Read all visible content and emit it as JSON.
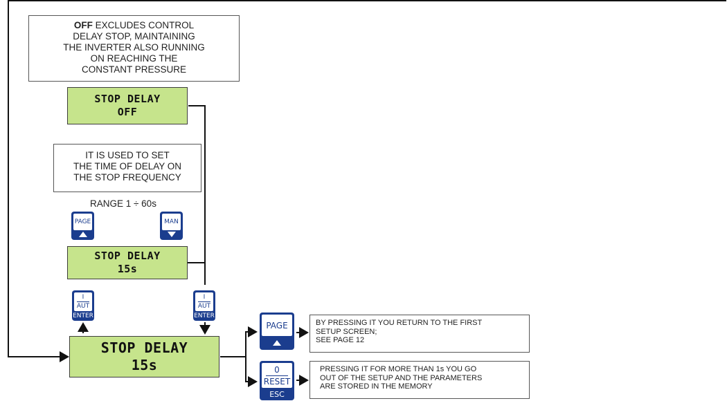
{
  "note_off": {
    "bold": "OFF",
    "text_line1": " EXCLUDES CONTROL",
    "lines": [
      "DELAY STOP, MAINTAINING",
      "THE INVERTER ALSO RUNNING",
      "ON REACHING THE",
      "CONSTANT PRESSURE"
    ]
  },
  "lcd_off": {
    "line1": "STOP DELAY",
    "line2": "OFF"
  },
  "note_used": {
    "lines": [
      "IT IS USED TO SET",
      "THE TIME OF DELAY ON",
      "THE STOP FREQUENCY"
    ]
  },
  "range_label": "RANGE 1 ÷ 60s",
  "lcd_edit": {
    "line1": "STOP DELAY",
    "line2": "15s"
  },
  "lcd_main": {
    "line1": "STOP DELAY",
    "line2": "15s"
  },
  "keys": {
    "page": "PAGE",
    "man": "MAN",
    "aut_top": "I",
    "aut_mid": "AUT",
    "aut_bottom": "ENTER",
    "esc_top": "0",
    "esc_mid": "RESET",
    "esc_bottom": "ESC"
  },
  "note_page": {
    "lines": [
      "BY PRESSING IT YOU RETURN TO THE FIRST",
      "SETUP SCREEN;",
      "SEE PAGE 12"
    ]
  },
  "note_esc": {
    "lines": [
      "PRESSING IT FOR MORE THAN 1s YOU GO",
      "OUT OF THE SETUP AND THE PARAMETERS",
      "ARE STORED IN THE MEMORY"
    ]
  },
  "colors": {
    "lcd": "#c6e48c",
    "key": "#1b3d8e",
    "line": "#111111"
  }
}
